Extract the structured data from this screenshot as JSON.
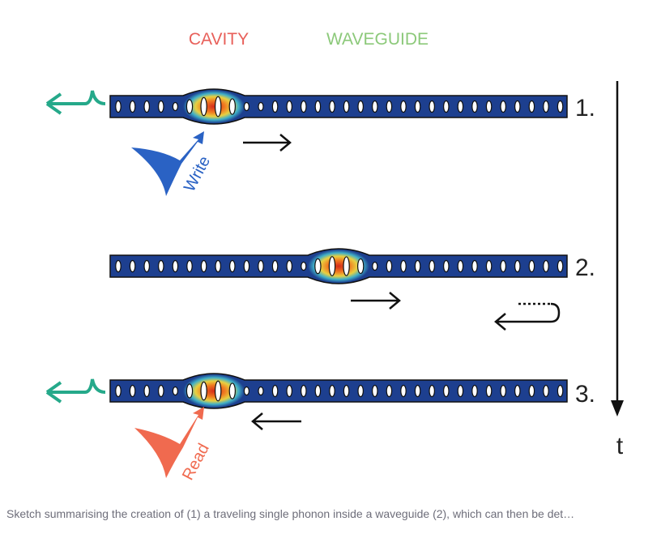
{
  "labels": {
    "cavity": "CAVITY",
    "waveguide": "WAVEGUIDE",
    "write": "Write",
    "read": "Read",
    "time": "t"
  },
  "steps": [
    "1.",
    "2.",
    "3."
  ],
  "colors": {
    "cavity_label": "#e8605a",
    "waveguide_label": "#8cc97a",
    "waveguide": "#1d3f8f",
    "pulse_out": "#25a98a",
    "write": "#2a62c4",
    "read": "#f06a4f"
  },
  "caption": "Sketch summarising the creation of (1) a traveling single phonon inside a waveguide (2), which can then be det…"
}
